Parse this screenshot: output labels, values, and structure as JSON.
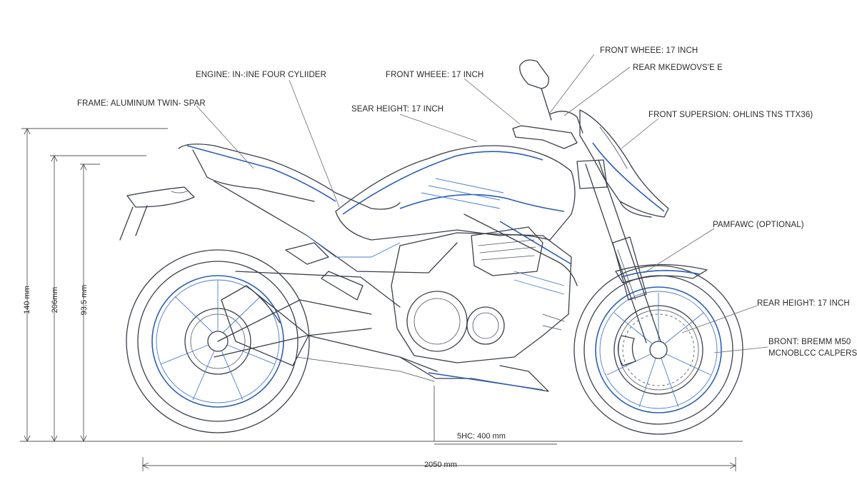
{
  "callouts": {
    "engine": "ENGINE: IN-:INE FOUR CYLIIDER",
    "frame": "FRAME: ALUMINUM TWIN- SPAR",
    "front_wheel_mid": "FRONT WHEEE: 17 INCH",
    "seat_height": "SEAR HEIGHT: 17 INCH",
    "front_wheel_top": "FRONT WHEEE: 17 INCH",
    "rear_top": "REAR MKEDWOVS'E E",
    "front_suspension": "FRONT SUPERSION: OHLINS TNS TTX36)",
    "pamfawc": "PAMFAWC (OPTIONAL)",
    "rear_height": "REAR HEIGHT: 17 INCH",
    "brakes_line1": "BRONT: BREMM M50",
    "brakes_line2": "MCNOBLCC CALPERS"
  },
  "dimensions": {
    "height_outer": "140 mm",
    "height_mid": "206mm",
    "height_inner": "93.5 mm",
    "ground_clearance": "5HC: 400 mm",
    "overall_length": "2050 mm"
  },
  "colors": {
    "ink": "#3a3f4a",
    "accent_blue": "#2b5fb4",
    "leader": "#6b6b6b"
  }
}
